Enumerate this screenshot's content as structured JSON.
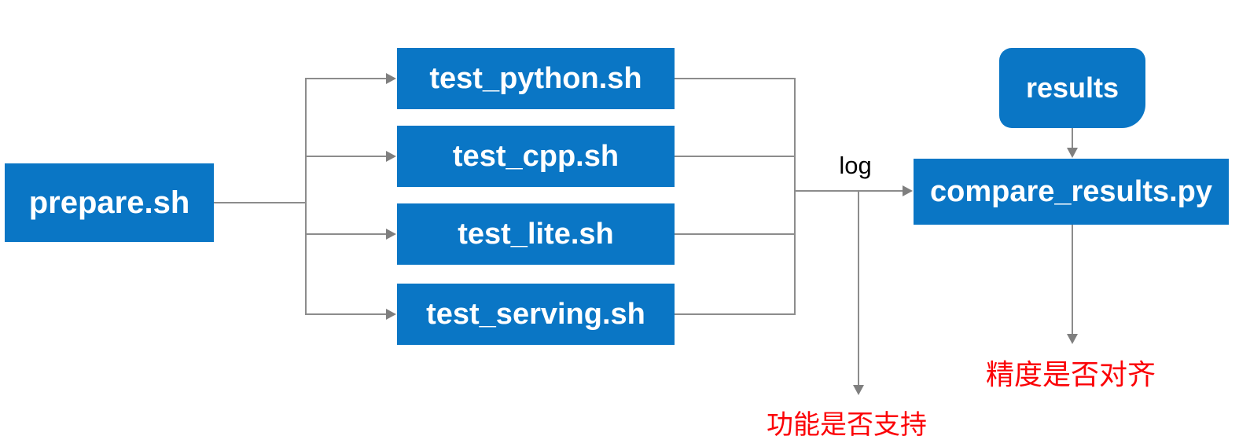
{
  "diagram": {
    "nodes": {
      "prepare": {
        "label": "prepare.sh",
        "shape": "rectangle"
      },
      "tests": [
        {
          "label": "test_python.sh",
          "shape": "rectangle"
        },
        {
          "label": "test_cpp.sh",
          "shape": "rectangle"
        },
        {
          "label": "test_lite.sh",
          "shape": "rectangle"
        },
        {
          "label": "test_serving.sh",
          "shape": "rectangle"
        }
      ],
      "results": {
        "label": "results",
        "shape": "rounded-rectangle"
      },
      "compare": {
        "label": "compare_results.py",
        "shape": "rectangle"
      }
    },
    "edges": [
      "prepare.sh -> test_python.sh",
      "prepare.sh -> test_cpp.sh",
      "prepare.sh -> test_lite.sh",
      "prepare.sh -> test_serving.sh",
      "test_*.sh -> (log) -> compare_results.py",
      "log branch -> 功能是否支持",
      "results -> compare_results.py",
      "compare_results.py -> 精度是否对齐"
    ],
    "labels": {
      "log": "log",
      "function_check": "功能是否支持",
      "accuracy_check": "精度是否对齐"
    },
    "colors": {
      "node_fill": "#0a76c5",
      "node_text": "#ffffff",
      "connector": "#8c8c8c",
      "arrowhead": "#7f7f7f",
      "log_text": "#000000",
      "warning_text": "#fb0307",
      "background": "#ffffff"
    }
  }
}
